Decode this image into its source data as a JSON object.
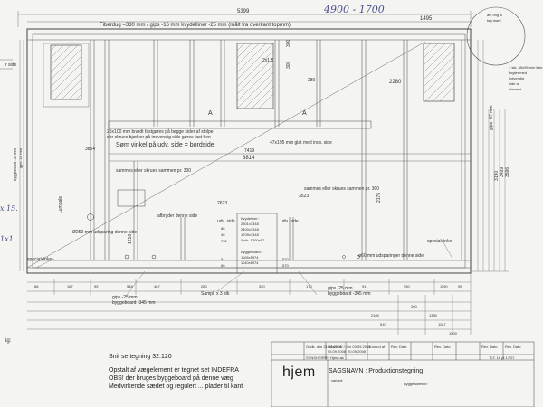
{
  "drawing": {
    "top_note": "Fiberdug =380 mm / gips -16 mm kvydelliner -25 mm (målt fra overkant topmm)",
    "dim_top_total": "5399",
    "dim_top_right": "1495",
    "handwritten_top": "4900 - 1700",
    "dim_3814": "3814",
    "dim_7419": "7419",
    "dim_2280": "2280",
    "dim_2175": "2175",
    "dim_3190": "3190",
    "dim_3499": "3499",
    "dim_3596": "3596",
    "dim_280": "280",
    "dim_300a": "300",
    "dim_300b": "300",
    "label_2x15": "2x1,5",
    "label_25x100": "25x100 mm brædt fastgøres på begge sider af stolpe",
    "label_25x100b": "der skrues bjælker på indvendig side gøres fast hen",
    "label_samvinkel": "Søm vinkel på udv. side = bordside",
    "label_47x195": "47x195 mm glat med  inov. side",
    "label_sammes1": "sammes eller skrues sammen pr. 300",
    "label_sammes2": "sammes eller skrues sammen pr. 300",
    "label_afbryder": "afbryder denne side",
    "label_udsparing": "Ø250 mm udsparing denne side",
    "label_specialvinkel_l": "specialvinkel",
    "label_specialvinkel_r": "specialvinkel",
    "label_o60": "ø60 mm udsparinger denne side",
    "label_gips_left": "gips -25 mm",
    "label_byggeboard_left": "byggeboard -345 mm",
    "label_gips_right": "gips -25 mm",
    "label_byggeboard_right": "byggeboard -345 mm",
    "label_samplx": "Sampl. x 3 stk",
    "label_lumbale": "Lumbale",
    "label_udv_side_l": "udv. side",
    "label_udv_side_r": "udv. side",
    "label_side_left": "r side",
    "label_byggeboard_vert": "byggeboard -30 mm",
    "label_gips_vert": "gips -16 mm",
    "label_gips_vert_r": "gips -97 mm",
    "label_1stk": "1 stk. 45x95 mm liste",
    "label_1stk_b": "flugter med",
    "label_1stk_c": "indvendig",
    "label_1stk_d": "side af",
    "label_1stk_e": "element",
    "label_afstand": "afs    ring til",
    "label_afstand2": "tag            rkant",
    "label_x15": "x 15.",
    "label_1x1a": "1x1.",
    "label_anchor_a": "A",
    "label_anchor_a2": "A",
    "kvydeliner_title": "Kvydeliner:",
    "kvydeliner_1": "2301x1348",
    "kvydeliner_2": "2400x1348",
    "kvydeliner_3": "1709x1348",
    "kvydeliner_4": "0 stk. 1200x97",
    "byggeboard_title": "Byggeboard:",
    "byggeboard_1": "1108x1974",
    "byggeboard_2": "1140x1974",
    "nums_col": [
      "88",
      "40",
      "732"
    ],
    "nums_col2": [
      "91",
      "60"
    ],
    "nums_col3": [
      "570",
      "570"
    ],
    "dim_1216": "1216",
    "dim_bottom": [
      "88",
      "167",
      "95",
      "548",
      "467",
      "280",
      "320",
      "170",
      "91",
      "950",
      "1190",
      "95",
      "200"
    ],
    "dim_1380": "1380",
    "dim_1187": "1187",
    "dim_3854": "3854",
    "dim_3523": "3523",
    "dim_2623": "2623",
    "dim_2100": "2100",
    "dim_510": "510",
    "dim_1500": "1500"
  },
  "notes": {
    "label_tg": "ig:",
    "snit": "Snit se tegning 32.120",
    "line1": "Opstalt af vægelement er tegnet set INDEFRA",
    "line2": "OBS! der bruges byggeboard på denne væg",
    "line3": "Medvirkende sædet og regulert ... plader til kant"
  },
  "titleblock": {
    "logo": "hjem",
    "sagsnavn": "SAGSNAVN : Produktionstegning",
    "varian": "variant:",
    "byggeadresse": "Byggeadresse:",
    "row_top": [
      "Godk. dim 21.03.2008",
      "Udarb. af / Jen 03.09.2008",
      "Kontrol af",
      "Rev. Dato",
      "Rev. Dato",
      "Rev. Dato",
      "Rev. Dato"
    ],
    "row_bottom": [
      "SYNSHERRE: Hjem.as",
      "",
      "",
      "TLT: 16 pt 17.07"
    ],
    "date1": "05.09.2008",
    "date2": "20.09.2008"
  }
}
